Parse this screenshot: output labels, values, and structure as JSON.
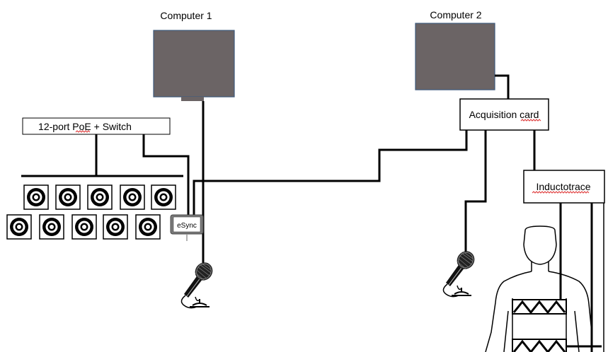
{
  "computers": [
    {
      "label": "Computer 1"
    },
    {
      "label": "Computer 2"
    }
  ],
  "switch": {
    "label": "12-port PoE + Switch",
    "spellcheck_word": "PoE"
  },
  "esync": {
    "label": "eSync"
  },
  "acquisition_card": {
    "label": "Acquisition card",
    "spellcheck_word": "card"
  },
  "inductotrace": {
    "label": "Inductotrace",
    "spellcheck_word": "Inductotrace"
  },
  "cameras": {
    "top_row": 5,
    "bottom_row": 5
  },
  "microphones": 2,
  "colors": {
    "screen": "#6b6465",
    "screen_border": "#3e5a7d",
    "wire": "#000000",
    "spellcheck": "#dd3333",
    "esync_box": "#7b7b7b"
  }
}
